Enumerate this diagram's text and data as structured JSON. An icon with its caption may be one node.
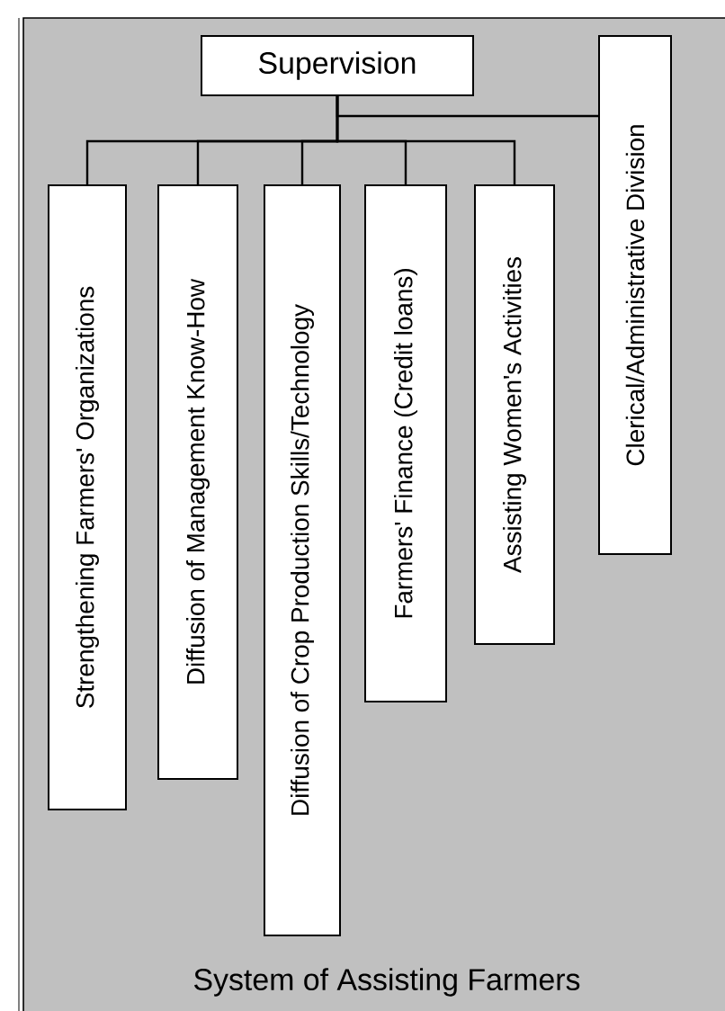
{
  "diagram": {
    "title": "System of Assisting Farmers",
    "nodes": [
      {
        "text": [
          "Supervision"
        ]
      },
      {
        "text": [
          "Strengthening Farmers' Organizations"
        ]
      },
      {
        "text": [
          "Diffusion of Management Know-How"
        ]
      },
      {
        "text": [
          "Diffusion of Crop Production Skills/Technology"
        ]
      },
      {
        "text": [
          "Farmers' Finance (Credit loans)"
        ]
      },
      {
        "text": [
          "Assisting Women's Activities"
        ]
      },
      {
        "text": [
          "Clerical/Administrative Division"
        ]
      }
    ],
    "edges": [
      {
        "from": 0,
        "to": 1,
        "arrow": "none"
      },
      {
        "from": 0,
        "to": 2,
        "arrow": "none"
      },
      {
        "from": 0,
        "to": 3,
        "arrow": "none"
      },
      {
        "from": 0,
        "to": 4,
        "arrow": "none"
      },
      {
        "from": 0,
        "to": 5,
        "arrow": "none"
      },
      {
        "from": 0,
        "to": 6,
        "arrow": "none"
      }
    ]
  }
}
